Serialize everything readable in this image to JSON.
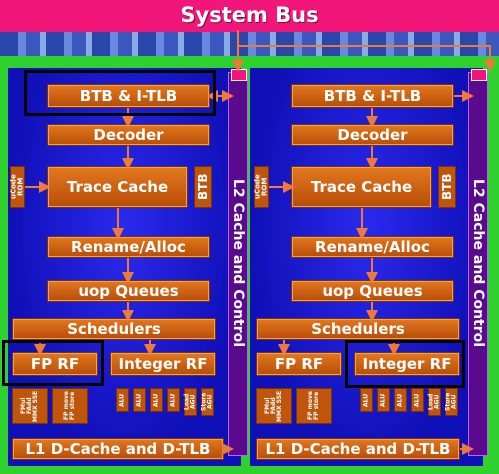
{
  "bus": {
    "label": "System Bus"
  },
  "cores": [
    {
      "btb_itlb": "BTB & I-TLB",
      "decoder": "Decoder",
      "ucode_rom": "uCode ROM",
      "trace_cache": "Trace Cache",
      "btb": "BTB",
      "rename_alloc": "Rename/Alloc",
      "uop_queues": "uop Queues",
      "schedulers": "Schedulers",
      "fp_rf": "FP RF",
      "integer_rf": "Integer RF",
      "l1": "L1 D-Cache and D-TLB",
      "l2": "L2 Cache and Control",
      "fp_units": [
        "FMul FAdd MMX SSE",
        "FP move FP store"
      ],
      "int_units": [
        "ALU",
        "ALU",
        "ALU",
        "ALU",
        "Load AGU",
        "Store AGU"
      ]
    },
    {
      "btb_itlb": "BTB & I-TLB",
      "decoder": "Decoder",
      "ucode_rom": "uCode ROM",
      "trace_cache": "Trace Cache",
      "btb": "BTB",
      "rename_alloc": "Rename/Alloc",
      "uop_queues": "uop Queues",
      "schedulers": "Schedulers",
      "fp_rf": "FP RF",
      "integer_rf": "Integer RF",
      "l1": "L1 D-Cache and D-TLB",
      "l2": "L2 Cache and Control",
      "fp_units": [
        "FMul FAdd MMX SSE",
        "FP move FP store"
      ],
      "int_units": [
        "ALU",
        "ALU",
        "ALU",
        "ALU",
        "Load AGU",
        "Store AGU"
      ]
    }
  ],
  "colors": {
    "unit": "#d4661a",
    "core_bg": "#1313c8",
    "bus": "#f2167a",
    "l2": "#5a0a8c",
    "frame": "#2fd12f",
    "highlight": "#000000"
  }
}
